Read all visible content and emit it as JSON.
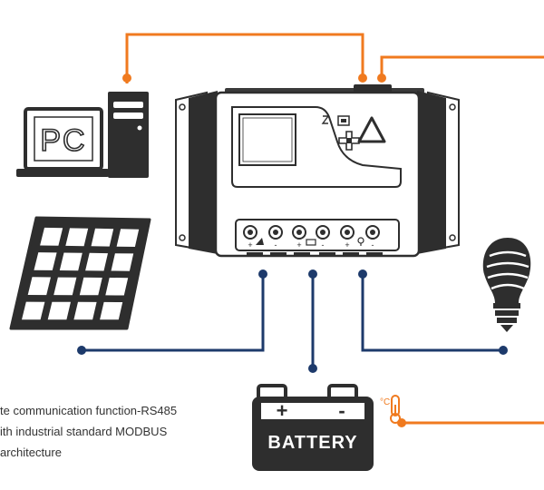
{
  "pc": {
    "label": "PC"
  },
  "battery": {
    "label": "BATTERY",
    "plus": "+",
    "minus": "-"
  },
  "thermometer": {
    "unit": "°C"
  },
  "controller": {
    "terminal_marks": [
      "+",
      "-",
      "+",
      "-",
      "+",
      "-"
    ]
  },
  "caption": {
    "lines": [
      "te communication function-RS485",
      "ith industrial standard MODBUS",
      "architecture"
    ]
  },
  "colors": {
    "communication_line": "#f07a1f",
    "power_line": "#1d3a6b",
    "device_dark": "#2e2e2e",
    "outline": "#222222"
  }
}
